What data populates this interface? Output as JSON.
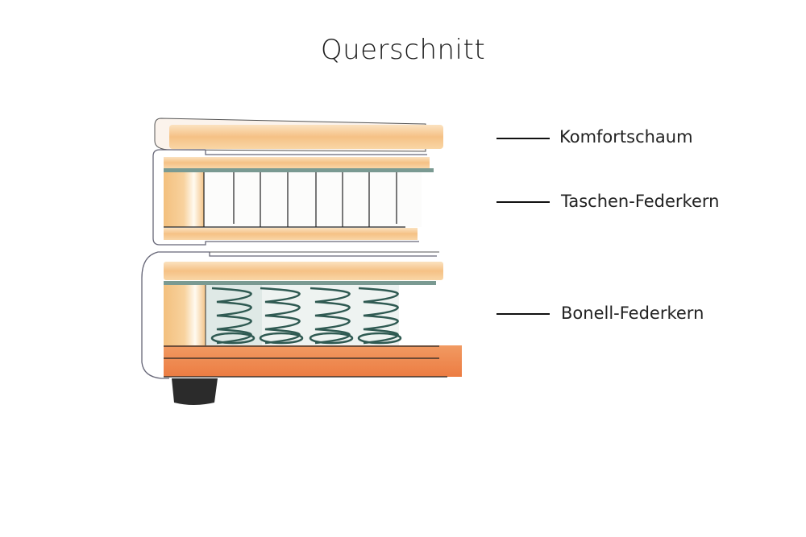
{
  "title": "Querschnitt",
  "labels": [
    {
      "text": "Komfortschaum"
    },
    {
      "text": "Taschen-Federkern"
    },
    {
      "text": "Bonell-Federkern"
    }
  ],
  "colors": {
    "foam": "#f5c78e",
    "wood": "#ef8a52",
    "spring": "#2f5a52",
    "foot": "#2b2b2b"
  }
}
